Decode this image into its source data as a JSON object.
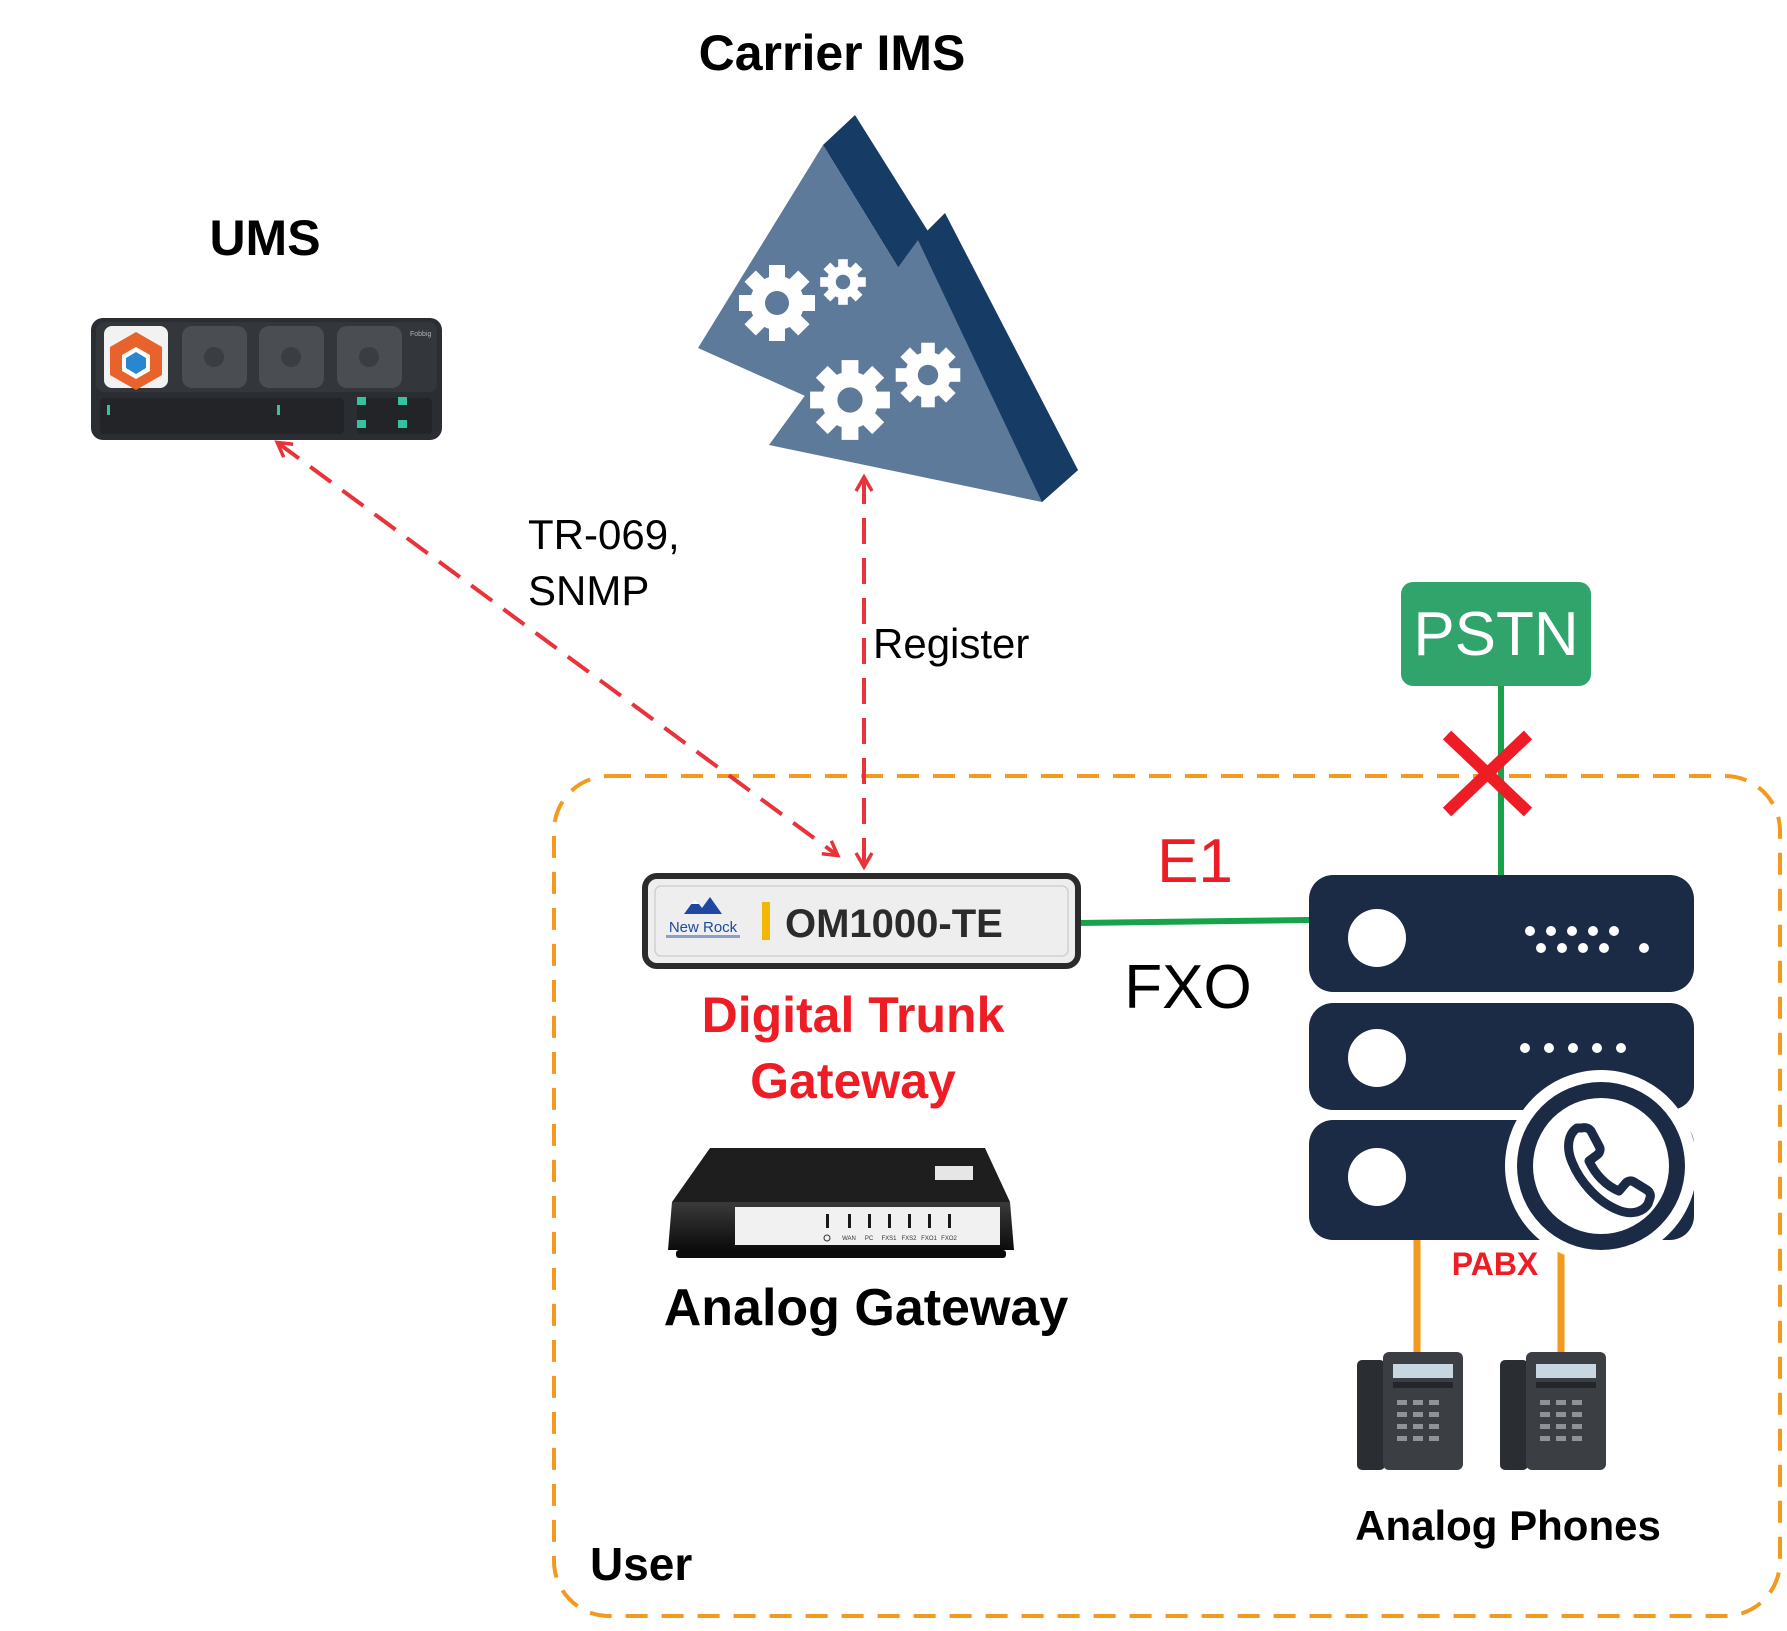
{
  "nodes": {
    "carrier_ims": {
      "label": "Carrier IMS"
    },
    "ums": {
      "label": "UMS",
      "device_brand": "Fobbig"
    },
    "pstn": {
      "label": "PSTN"
    },
    "digital_trunk_gateway": {
      "device_label": "OM1000-TE",
      "logo_text": "New Rock",
      "label_line1": "Digital Trunk",
      "label_line2": "Gateway"
    },
    "analog_gateway": {
      "label": "Analog Gateway",
      "port_labels": [
        "WAN",
        "PC",
        "FXS1",
        "FXS2",
        "FXO1",
        "FXO2"
      ]
    },
    "pabx": {
      "label": "PABX"
    },
    "analog_phones": {
      "label": "Analog Phones"
    },
    "user_zone": {
      "label": "User"
    }
  },
  "edges": {
    "ums_link": {
      "label_line1": "TR-069,",
      "label_line2": "SNMP"
    },
    "ims_link": {
      "label": "Register"
    },
    "e1_link": {
      "label_top": "E1",
      "label_bottom": "FXO"
    }
  },
  "colors": {
    "accent_red": "#ee1c25",
    "dashed_link": "#e8333a",
    "zone_border": "#f39a1e",
    "pstn_green": "#31a46c",
    "trunk_green": "#17a34a",
    "phone_line_orange": "#f39a1e",
    "server_navy": "#1b2a45",
    "ims_light": "#5e7a9a",
    "ims_dark": "#163c66"
  }
}
